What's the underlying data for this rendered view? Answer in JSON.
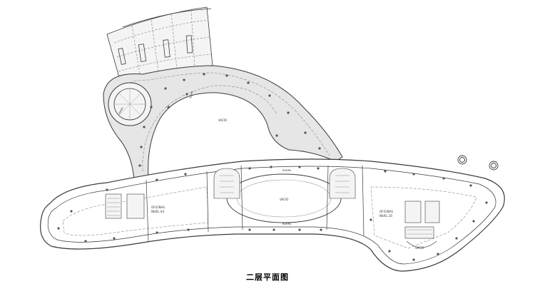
{
  "caption": "二层平面图",
  "labels": {
    "vacio_top": "VACIO",
    "vacio_center": "VACIO",
    "vacio_right": "VACIO",
    "rampa_top": "RAMPA",
    "rampa_bottom": "RAMPA",
    "oficinas_left_1": "OFICINAS",
    "oficinas_left_2": "NIVEL 04",
    "oficinas_right_1": "OFICINAS",
    "oficinas_right_2": "NIVEL 20",
    "rampa_curve_1": "RAMPA",
    "rampa_curve_2": "RAMPA"
  },
  "colors": {
    "line": "#3a3a3a",
    "fill": "#e6e6e6",
    "light": "#bdbdbd"
  }
}
